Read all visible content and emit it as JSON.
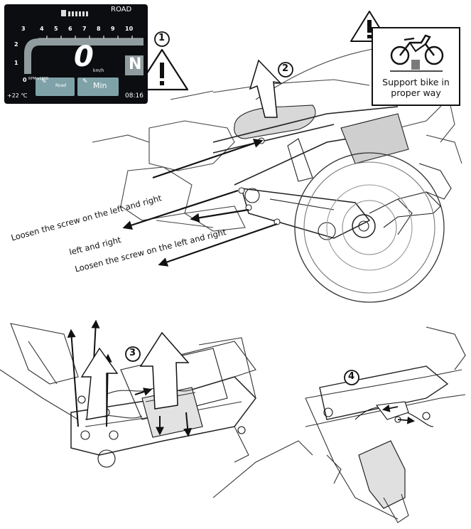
{
  "dashboard": {
    "top_mode": "ROAD",
    "rpm_scale": [
      "0",
      "1",
      "2",
      "3",
      "4",
      "5",
      "6",
      "7",
      "8",
      "9",
      "10"
    ],
    "speed": "0",
    "speed_unit": "km/h",
    "rpm_unit": "RPM x1000",
    "gear": "N",
    "left_button": "Road",
    "right_button": "Min",
    "temperature": "+22 ℃",
    "time": "08:16"
  },
  "steps": {
    "one": "1",
    "two": "2",
    "three": "3",
    "four": "4"
  },
  "warning_box": {
    "line1": "Support bike in",
    "line2": "proper way"
  },
  "labels": {
    "left_and_right_1": "Loosen the screw on the left and right",
    "left_and_right_2": "left and right",
    "left_and_right_3": "Loosen the screw on the left and right"
  },
  "colors": {
    "display_bg": "#0b0d10",
    "rpm_arc": "#8f9b9e",
    "warning_stroke": "#111111",
    "highlight": "#7ea2a8"
  }
}
